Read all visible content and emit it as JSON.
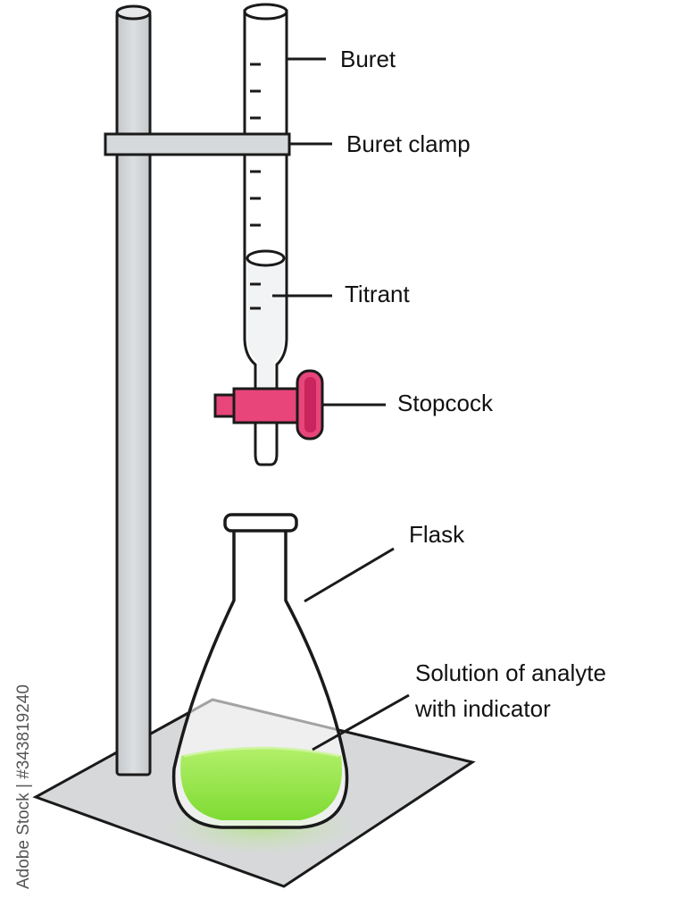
{
  "labels": {
    "buret": "Buret",
    "buret_clamp": "Buret clamp",
    "titrant": "Titrant",
    "stopcock": "Stopcock",
    "flask": "Flask",
    "solution_line1": "Solution of analyte",
    "solution_line2": "with indicator"
  },
  "watermark": "Adobe Stock | #343819240",
  "colors": {
    "outline": "#1a1a1a",
    "stand": "#d0d3d5",
    "base": "#d6d8da",
    "glass": "#ffffff",
    "stopcock": "#e8457a",
    "stopcock_dark": "#c9245e",
    "solution": "#8ee53f",
    "solution_light": "#b6f07a"
  }
}
